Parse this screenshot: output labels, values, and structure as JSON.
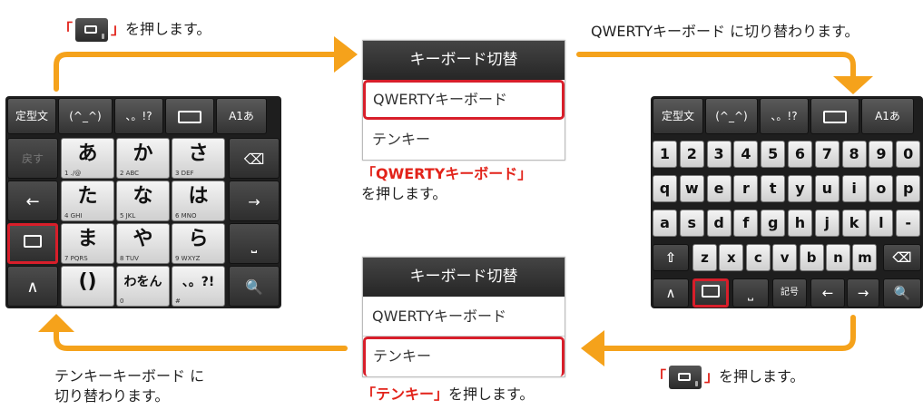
{
  "top_left": {
    "open_bracket": "「",
    "close_bracket": "」",
    "suffix": "を押します。"
  },
  "top_right": {
    "text": "QWERTYキーボード に切り替わります。"
  },
  "menu_top": {
    "title": "キーボード切替",
    "items": [
      "QWERTYキーボード",
      "テンキー"
    ],
    "selected": 0
  },
  "menu_bottom": {
    "title": "キーボード切替",
    "items": [
      "QWERTYキーボード",
      "テンキー"
    ],
    "selected": 1
  },
  "caption_mid_top": {
    "highlight": "「QWERTYキーボード」",
    "rest": "を押します。"
  },
  "caption_mid_bottom": {
    "highlight": "「テンキー」",
    "rest": "を押します。"
  },
  "bottom_right": {
    "open_bracket": "「",
    "close_bracket": "」",
    "suffix": "を押します。"
  },
  "bottom_left": {
    "line1": "テンキーキーボード に",
    "line2": "切り替わります。"
  },
  "tenkey": {
    "top_row": [
      "定型文",
      "(^_^)",
      "、。!?",
      "",
      "A1あ"
    ],
    "left_col": [
      "戻す",
      "←",
      "",
      "∧"
    ],
    "right_col": [
      "⌫",
      "→",
      "⎵",
      "🔍"
    ],
    "keys": [
      {
        "big": "あ",
        "sub": "1  ./@"
      },
      {
        "big": "か",
        "sub": "2  ABC"
      },
      {
        "big": "さ",
        "sub": "3  DEF"
      },
      {
        "big": "た",
        "sub": "4  GHI"
      },
      {
        "big": "な",
        "sub": "5  JKL"
      },
      {
        "big": "は",
        "sub": "6  MNO"
      },
      {
        "big": "ま",
        "sub": "7  PQRS"
      },
      {
        "big": "や",
        "sub": "8  TUV"
      },
      {
        "big": "ら",
        "sub": "9  WXYZ"
      },
      {
        "big": "()",
        "sub": ""
      },
      {
        "big": "わをん",
        "sub": "0"
      },
      {
        "big": "、。?!",
        "sub": "#"
      }
    ]
  },
  "qwerty": {
    "top_row": [
      "定型文",
      "(^_^)",
      "、。!?",
      "",
      "A1あ"
    ],
    "row1": [
      "1",
      "2",
      "3",
      "4",
      "5",
      "6",
      "7",
      "8",
      "9",
      "0"
    ],
    "row2": [
      "q",
      "w",
      "e",
      "r",
      "t",
      "y",
      "u",
      "i",
      "o",
      "p"
    ],
    "row3": [
      "a",
      "s",
      "d",
      "f",
      "g",
      "h",
      "j",
      "k",
      "l",
      "-"
    ],
    "row4": [
      "⇧",
      "z",
      "x",
      "c",
      "v",
      "b",
      "n",
      "m",
      "⌫"
    ],
    "row5": [
      "∧",
      "",
      "⎵",
      "記号",
      "←",
      "→",
      "🔍"
    ]
  },
  "colors": {
    "accent": "#f5a21b",
    "highlight": "#d81e2a"
  }
}
